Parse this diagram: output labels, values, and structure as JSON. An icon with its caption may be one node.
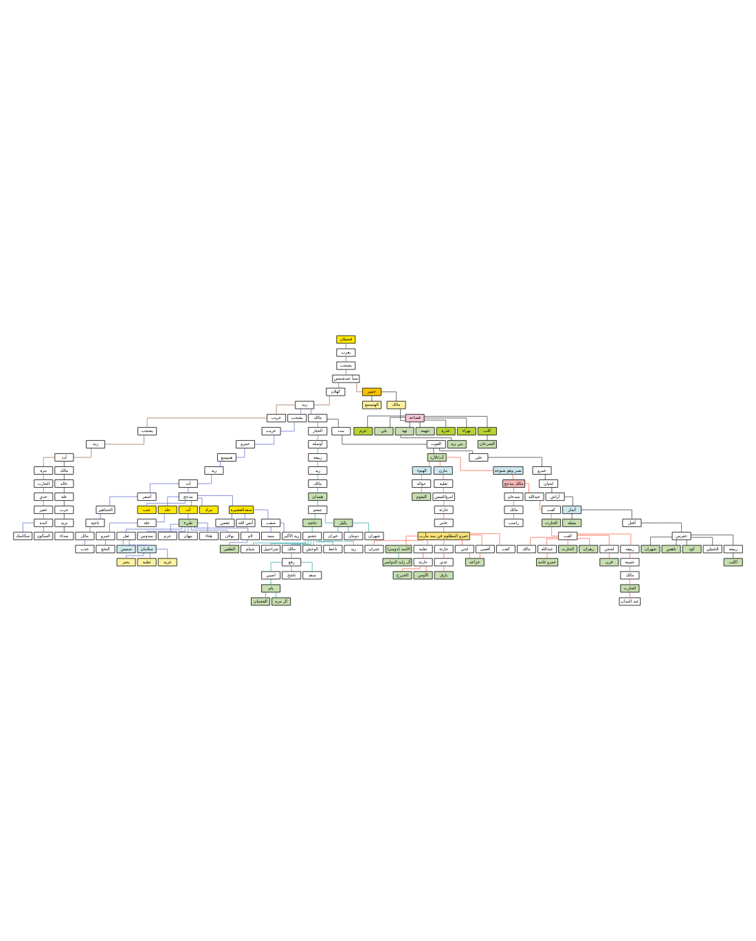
{
  "diagram": {
    "nodes": [
      {
        "text": [
          "قحطان"
        ]
      },
      {
        "text": [
          "يعرب"
        ]
      },
      {
        "text": [
          "يشجب"
        ]
      },
      {
        "text": [
          "سبأ عبدشمس"
        ]
      },
      {
        "text": [
          "كهلان"
        ]
      },
      {
        "text": [
          "زيد"
        ]
      },
      {
        "text": [
          "عريب"
        ]
      },
      {
        "text": [
          "يشجب"
        ]
      },
      {
        "text": [
          "زيد"
        ]
      },
      {
        "text": [
          "أدد"
        ]
      },
      {
        "text": [
          "مرة"
        ]
      },
      {
        "text": [
          "الحارث"
        ]
      },
      {
        "text": [
          "عدي"
        ]
      },
      {
        "text": [
          "عفير"
        ]
      },
      {
        "text": [
          "كندة"
        ]
      },
      {
        "text": [
          "حمير"
        ]
      },
      {
        "text": [
          "الهميسع"
        ]
      },
      {
        "text": [
          "مالك"
        ]
      },
      {
        "text": [
          "قضاعة"
        ]
      },
      {
        "text": [
          "جرم"
        ]
      },
      {
        "text": [
          "بلي"
        ]
      },
      {
        "text": [
          "نهد"
        ]
      },
      {
        "text": [
          "جهينه"
        ]
      },
      {
        "text": [
          "بني زيد"
        ]
      },
      {
        "text": [
          "عذرة"
        ]
      },
      {
        "text": [
          "بهراء"
        ]
      },
      {
        "text": [
          "كلب"
        ]
      },
      {
        "text": [
          "السرحان"
        ]
      },
      {
        "text": [
          "يشجب"
        ]
      },
      {
        "text": [
          "عريب"
        ]
      },
      {
        "text": [
          "عمرو"
        ]
      },
      {
        "text": [
          "هميسع"
        ]
      },
      {
        "text": [
          "زيد"
        ]
      },
      {
        "text": [
          "أدد"
        ]
      },
      {
        "text": [
          "أشعر"
        ]
      },
      {
        "text": [
          "الجماهير"
        ]
      },
      {
        "text": [
          "ناجية"
        ]
      },
      {
        "text": [
          "مائل"
        ]
      },
      {
        "text": [
          "عذب"
        ]
      },
      {
        "text": [
          "مذحج"
        ]
      },
      {
        "text": [
          "جنب"
        ]
      },
      {
        "text": [
          "جلد"
        ]
      },
      {
        "text": [
          "أدد"
        ]
      },
      {
        "text": [
          "مراد"
        ]
      },
      {
        "text": [
          "سعدالعشيرة"
        ]
      },
      {
        "text": [
          "طيء"
        ]
      },
      {
        "text": [
          "علة"
        ]
      },
      {
        "text": [
          "عمرو"
        ]
      },
      {
        "text": [
          "النخع"
        ]
      },
      {
        "text": [
          "جعفي"
        ]
      },
      {
        "text": [
          "أنس الله"
        ]
      },
      {
        "text": [
          "صعب"
        ]
      },
      {
        "text": [
          "منبه"
        ]
      },
      {
        "text": [
          "زيد الأكبر"
        ]
      },
      {
        "text": [
          "ثعل"
        ]
      },
      {
        "text": [
          "سنبس"
        ]
      },
      {
        "text": [
          "سلامان"
        ]
      },
      {
        "text": [
          "سدوس"
        ]
      },
      {
        "text": [
          "جرم"
        ]
      },
      {
        "text": [
          "نبهان"
        ]
      },
      {
        "text": [
          "هناء"
        ]
      },
      {
        "text": [
          "بولان"
        ]
      },
      {
        "text": [
          "لام"
        ]
      },
      {
        "text": [
          "بحتر"
        ]
      },
      {
        "text": [
          "ثعلبة"
        ]
      },
      {
        "text": [
          "غزية"
        ]
      },
      {
        "text": [
          "الظفير"
        ]
      },
      {
        "text": [
          "سكاسك"
        ]
      },
      {
        "text": [
          "السكون"
        ]
      },
      {
        "text": [
          "مالك"
        ]
      },
      {
        "text": [
          "الخيار"
        ]
      },
      {
        "text": [
          "نبت"
        ]
      },
      {
        "text": [
          "أوسلة"
        ]
      },
      {
        "text": [
          "الغوث"
        ]
      },
      {
        "text": [
          "ربيعة"
        ]
      },
      {
        "text": [
          "أدد/الأزد"
        ]
      },
      {
        "text": [
          "زيد"
        ]
      },
      {
        "text": [
          "مالك"
        ]
      },
      {
        "text": [
          "همدان"
        ]
      },
      {
        "text": [
          "جشم"
        ]
      },
      {
        "text": [
          "الهنوء"
        ]
      },
      {
        "text": [
          "حواله"
        ]
      },
      {
        "text": [
          "البقوم"
        ]
      },
      {
        "text": [
          "على"
        ]
      },
      {
        "text": [
          "عمرو"
        ]
      },
      {
        "text": [
          "لحيان"
        ]
      },
      {
        "text": [
          "أراش"
        ]
      },
      {
        "text": [
          "أنمار"
        ]
      },
      {
        "text": [
          "مازن"
        ]
      },
      {
        "text": [
          "نصر وهو شنوءة"
        ]
      },
      {
        "text": [
          "مالك مذحج"
        ]
      },
      {
        "text": [
          "ثعلبة"
        ]
      },
      {
        "text": [
          "بجيلة"
        ]
      },
      {
        "text": [
          "أفتل"
        ]
      },
      {
        "text": [
          "عقرس"
        ]
      },
      {
        "text": [
          "امرؤالقيس"
        ]
      },
      {
        "text": [
          "مبدعان"
        ]
      },
      {
        "text": [
          "عبدالله"
        ]
      },
      {
        "text": [
          "شهران"
        ]
      },
      {
        "text": [
          "حارثة"
        ]
      },
      {
        "text": [
          "مالك"
        ]
      },
      {
        "text": [
          "كعب"
        ]
      },
      {
        "text": [
          "ناهس"
        ]
      },
      {
        "text": [
          "عامر"
        ]
      },
      {
        "text": [
          "راسب"
        ]
      },
      {
        "text": [
          "الحارث"
        ]
      },
      {
        "text": [
          "كود"
        ]
      },
      {
        "text": [
          "عمرو المظلوم في سد مأرب"
        ]
      },
      {
        "text": [
          "مالك"
        ]
      },
      {
        "text": [
          "كعب"
        ]
      },
      {
        "text": [
          "الخنيلي"
        ]
      },
      {
        "text": [
          "عبدالله"
        ]
      },
      {
        "text": [
          "ربيعه"
        ]
      },
      {
        "text": [
          "عمرو غامد"
        ]
      },
      {
        "text": [
          "الحارث"
        ]
      },
      {
        "text": [
          "اكلب"
        ]
      },
      {
        "text": [
          "عمران"
        ]
      },
      {
        "text": [
          "زهران"
        ]
      },
      {
        "text": [
          "الأسد (دوسر)"
        ]
      },
      {
        "text": [
          "ثعلبة"
        ]
      },
      {
        "text": [
          "لحجن"
        ]
      },
      {
        "text": [
          "ربيعه"
        ]
      },
      {
        "text": [
          "آل زايد الدواسر"
        ]
      },
      {
        "text": [
          "حارثة"
        ]
      },
      {
        "text": [
          "حارثة"
        ]
      },
      {
        "text": [
          "قرن"
        ]
      },
      {
        "text": [
          "عدي"
        ]
      },
      {
        "text": [
          "خثيمة"
        ]
      },
      {
        "text": [
          "بارق"
        ]
      },
      {
        "text": [
          "الخزرج"
        ]
      },
      {
        "text": [
          "الأوس"
        ]
      },
      {
        "text": [
          "مالك"
        ]
      },
      {
        "text": [
          "الحارث"
        ]
      },
      {
        "text": [
          "عبد المدان"
        ]
      },
      {
        "text": [
          "مالك"
        ]
      },
      {
        "text": [
          "خالد"
        ]
      },
      {
        "text": [
          "علة"
        ]
      },
      {
        "text": [
          "حرب"
        ]
      },
      {
        "text": [
          "يزيد"
        ]
      },
      {
        "text": [
          "صداء"
        ]
      },
      {
        "text": [
          "حاشد"
        ]
      },
      {
        "text": [
          "جشم"
        ]
      },
      {
        "text": [
          "شبام"
        ]
      },
      {
        "text": [
          "شراحبيل"
        ]
      },
      {
        "text": [
          "مالك"
        ]
      },
      {
        "text": [
          "الوحش"
        ]
      },
      {
        "text": [
          "رفع"
        ]
      },
      {
        "text": [
          "ناعط"
        ]
      },
      {
        "text": [
          "زيد"
        ]
      },
      {
        "text": [
          "اصبي"
        ]
      },
      {
        "text": [
          "يام"
        ]
      },
      {
        "text": [
          "ناشح"
        ]
      },
      {
        "text": [
          "سعد"
        ]
      },
      {
        "text": [
          "العجمان"
        ]
      },
      {
        "text": [
          "بكيل"
        ]
      },
      {
        "text": [
          "خيران"
        ]
      },
      {
        "text": [
          "دومان"
        ]
      },
      {
        "text": [
          "شهران"
        ]
      },
      {
        "text": [
          "لحي"
        ]
      },
      {
        "text": [
          "أفصى"
        ]
      },
      {
        "text": [
          "كعب"
        ]
      },
      {
        "text": [
          "خزاعه"
        ]
      },
      {
        "text": [
          "آل مره"
        ]
      }
    ],
    "edges": [
      {
        "from": 0,
        "to": 1,
        "arrow": "none",
        "color": "#a0643c"
      },
      {
        "from": 1,
        "to": 2,
        "arrow": "none",
        "color": "#a0643c"
      },
      {
        "from": 2,
        "to": 3,
        "arrow": "none",
        "color": "#a0643c"
      },
      {
        "from": 3,
        "to": 4,
        "arrow": "none",
        "color": "#a0643c"
      },
      {
        "from": 4,
        "to": 5,
        "arrow": "none",
        "color": "#a0643c"
      },
      {
        "from": 5,
        "to": 6,
        "arrow": "none",
        "color": "#a0643c"
      },
      {
        "from": 6,
        "to": 7,
        "arrow": "none",
        "color": "#a0643c"
      },
      {
        "from": 7,
        "to": 8,
        "arrow": "none",
        "color": "#a0643c"
      },
      {
        "from": 8,
        "to": 9,
        "arrow": "none",
        "color": "#a0643c"
      },
      {
        "from": 9,
        "to": 10,
        "arrow": "none",
        "color": "#a0643c"
      },
      {
        "from": 10,
        "to": 11,
        "arrow": "none",
        "color": "#a0643c"
      },
      {
        "from": 11,
        "to": 12,
        "arrow": "none",
        "color": "#a0643c"
      },
      {
        "from": 12,
        "to": 13,
        "arrow": "none",
        "color": "#a0643c"
      },
      {
        "from": 13,
        "to": 14,
        "arrow": "none",
        "color": "#a0643c"
      },
      {
        "from": 3,
        "to": 15,
        "arrow": "none",
        "color": "#a0643c"
      },
      {
        "from": 15,
        "to": 16,
        "arrow": "none",
        "color": "#333333"
      },
      {
        "from": 15,
        "to": 17,
        "arrow": "none",
        "color": "#333333"
      },
      {
        "from": 17,
        "to": 18,
        "arrow": "none",
        "color": "#333333"
      },
      {
        "from": 18,
        "to": 19,
        "arrow": "none",
        "color": "#333333"
      },
      {
        "from": 18,
        "to": 20,
        "arrow": "none",
        "color": "#333333"
      },
      {
        "from": 18,
        "to": 21,
        "arrow": "none",
        "color": "#333333"
      },
      {
        "from": 18,
        "to": 22,
        "arrow": "none",
        "color": "#333333"
      },
      {
        "from": 18,
        "to": 24,
        "arrow": "none",
        "color": "#333333"
      },
      {
        "from": 18,
        "to": 26,
        "arrow": "none",
        "color": "#333333"
      },
      {
        "from": 18,
        "to": 25,
        "arrow": "none",
        "color": "#333333"
      },
      {
        "from": 21,
        "to": 23,
        "arrow": "none",
        "color": "#333333"
      },
      {
        "from": 26,
        "to": 27,
        "arrow": "none",
        "color": "#333333"
      },
      {
        "from": 5,
        "to": 28,
        "arrow": "none",
        "color": "#5566cc"
      },
      {
        "from": 28,
        "to": 29,
        "arrow": "none",
        "color": "#5566cc"
      },
      {
        "from": 29,
        "to": 30,
        "arrow": "none",
        "color": "#5566cc"
      },
      {
        "from": 30,
        "to": 31,
        "arrow": "none",
        "color": "#5566cc"
      },
      {
        "from": 31,
        "to": 32,
        "arrow": "none",
        "color": "#5566cc"
      },
      {
        "from": 32,
        "to": 33,
        "arrow": "none",
        "color": "#5566cc"
      },
      {
        "from": 33,
        "to": 34,
        "arrow": "none",
        "color": "#5566cc"
      },
      {
        "from": 34,
        "to": 35,
        "arrow": "none",
        "color": "#5566cc"
      },
      {
        "from": 35,
        "to": 36,
        "arrow": "none",
        "color": "#5566cc"
      },
      {
        "from": 36,
        "to": 37,
        "arrow": "none",
        "color": "#5566cc"
      },
      {
        "from": 37,
        "to": 38,
        "arrow": "none",
        "color": "#5566cc"
      },
      {
        "from": 33,
        "to": 39,
        "arrow": "none",
        "color": "#5566cc"
      },
      {
        "from": 39,
        "to": 40,
        "arrow": "none",
        "color": "#5566cc"
      },
      {
        "from": 39,
        "to": 41,
        "arrow": "none",
        "color": "#5566cc"
      },
      {
        "from": 39,
        "to": 42,
        "arrow": "none",
        "color": "#5566cc"
      },
      {
        "from": 39,
        "to": 43,
        "arrow": "none",
        "color": "#5566cc"
      },
      {
        "from": 39,
        "to": 44,
        "arrow": "none",
        "color": "#5566cc"
      },
      {
        "from": 41,
        "to": 46,
        "arrow": "none",
        "color": "#5566cc"
      },
      {
        "from": 46,
        "to": 47,
        "arrow": "none",
        "color": "#5566cc"
      },
      {
        "from": 47,
        "to": 48,
        "arrow": "none",
        "color": "#5566cc"
      },
      {
        "from": 42,
        "to": 45,
        "arrow": "none",
        "color": "#5566cc"
      },
      {
        "from": 44,
        "to": 49,
        "arrow": "none",
        "color": "#5566cc"
      },
      {
        "from": 44,
        "to": 50,
        "arrow": "none",
        "color": "#5566cc"
      },
      {
        "from": 44,
        "to": 51,
        "arrow": "none",
        "color": "#5566cc"
      },
      {
        "from": 51,
        "to": 52,
        "arrow": "none",
        "color": "#5566cc"
      },
      {
        "from": 51,
        "to": 53,
        "arrow": "none",
        "color": "#5566cc"
      },
      {
        "from": 45,
        "to": 54,
        "arrow": "none",
        "color": "#5566cc"
      },
      {
        "from": 45,
        "to": 57,
        "arrow": "none",
        "color": "#5566cc"
      },
      {
        "from": 45,
        "to": 58,
        "arrow": "none",
        "color": "#5566cc"
      },
      {
        "from": 45,
        "to": 59,
        "arrow": "none",
        "color": "#5566cc"
      },
      {
        "from": 45,
        "to": 60,
        "arrow": "none",
        "color": "#5566cc"
      },
      {
        "from": 45,
        "to": 61,
        "arrow": "none",
        "color": "#5566cc"
      },
      {
        "from": 45,
        "to": 62,
        "arrow": "none",
        "color": "#5566cc"
      },
      {
        "from": 54,
        "to": 55,
        "arrow": "none",
        "color": "#5566cc"
      },
      {
        "from": 54,
        "to": 56,
        "arrow": "none",
        "color": "#5566cc"
      },
      {
        "from": 56,
        "to": 63,
        "arrow": "none",
        "color": "#5566cc"
      },
      {
        "from": 56,
        "to": 64,
        "arrow": "none",
        "color": "#5566cc"
      },
      {
        "from": 56,
        "to": 65,
        "arrow": "none",
        "color": "#5566cc"
      },
      {
        "from": 62,
        "to": 66,
        "arrow": "none",
        "color": "#5566cc"
      },
      {
        "from": 14,
        "to": 67,
        "arrow": "none",
        "color": "#5566cc"
      },
      {
        "from": 14,
        "to": 68,
        "arrow": "none",
        "color": "#5566cc"
      },
      {
        "from": 5,
        "to": 69,
        "arrow": "none",
        "color": "#5566cc"
      },
      {
        "from": 69,
        "to": 70,
        "arrow": "none",
        "color": "#2aa0a8"
      },
      {
        "from": 70,
        "to": 72,
        "arrow": "none",
        "color": "#2aa0a8"
      },
      {
        "from": 72,
        "to": 74,
        "arrow": "none",
        "color": "#2aa0a8"
      },
      {
        "from": 74,
        "to": 76,
        "arrow": "none",
        "color": "#2aa0a8"
      },
      {
        "from": 76,
        "to": 77,
        "arrow": "none",
        "color": "#2aa0a8"
      },
      {
        "from": 77,
        "to": 78,
        "arrow": "none",
        "color": "#2aa0a8"
      },
      {
        "from": 78,
        "to": 79,
        "arrow": "none",
        "color": "#2aa0a8"
      },
      {
        "from": 79,
        "to": 140,
        "arrow": "none",
        "color": "#2aa0a8"
      },
      {
        "from": 79,
        "to": 154,
        "arrow": "none",
        "color": "#2aa0a8"
      },
      {
        "from": 140,
        "to": 141,
        "arrow": "none",
        "color": "#2aa0a8"
      },
      {
        "from": 141,
        "to": 144,
        "arrow": "none",
        "color": "#2aa0a8"
      },
      {
        "from": 144,
        "to": 146,
        "arrow": "none",
        "color": "#2aa0a8"
      },
      {
        "from": 146,
        "to": 149,
        "arrow": "none",
        "color": "#2aa0a8"
      },
      {
        "from": 149,
        "to": 150,
        "arrow": "none",
        "color": "#2aa0a8"
      },
      {
        "from": 141,
        "to": 142,
        "arrow": "none",
        "color": "#2aa0a8"
      },
      {
        "from": 141,
        "to": 143,
        "arrow": "none",
        "color": "#2aa0a8"
      },
      {
        "from": 141,
        "to": 145,
        "arrow": "none",
        "color": "#2aa0a8"
      },
      {
        "from": 141,
        "to": 147,
        "arrow": "none",
        "color": "#2aa0a8"
      },
      {
        "from": 141,
        "to": 148,
        "arrow": "none",
        "color": "#2aa0a8"
      },
      {
        "from": 146,
        "to": 151,
        "arrow": "none",
        "color": "#2aa0a8"
      },
      {
        "from": 146,
        "to": 152,
        "arrow": "none",
        "color": "#2aa0a8"
      },
      {
        "from": 150,
        "to": 153,
        "arrow": "none",
        "color": "#2aa0a8"
      },
      {
        "from": 150,
        "to": 162,
        "arrow": "none",
        "color": "#2aa0a8"
      },
      {
        "from": 154,
        "to": 155,
        "arrow": "none",
        "color": "#2aa0a8"
      },
      {
        "from": 154,
        "to": 156,
        "arrow": "none",
        "color": "#2aa0a8"
      },
      {
        "from": 154,
        "to": 157,
        "arrow": "none",
        "color": "#2aa0a8"
      },
      {
        "from": 118,
        "to": 122,
        "arrow": "none",
        "color": "#2aa0a8"
      },
      {
        "from": 9,
        "to": 134,
        "arrow": "none",
        "color": "#333333"
      },
      {
        "from": 134,
        "to": 135,
        "arrow": "none",
        "color": "#333333"
      },
      {
        "from": 135,
        "to": 136,
        "arrow": "none",
        "color": "#333333"
      },
      {
        "from": 136,
        "to": 137,
        "arrow": "none",
        "color": "#333333"
      },
      {
        "from": 137,
        "to": 138,
        "arrow": "none",
        "color": "#333333"
      },
      {
        "from": 138,
        "to": 139,
        "arrow": "none",
        "color": "#333333"
      },
      {
        "from": 69,
        "to": 71,
        "arrow": "none",
        "color": "#333333"
      },
      {
        "from": 71,
        "to": 73,
        "arrow": "none",
        "color": "#333333"
      },
      {
        "from": 73,
        "to": 83,
        "arrow": "none",
        "color": "#333333"
      },
      {
        "from": 73,
        "to": 75,
        "arrow": "none",
        "color": "#333333"
      },
      {
        "from": 83,
        "to": 84,
        "arrow": "none",
        "color": "#333333"
      },
      {
        "from": 84,
        "to": 85,
        "arrow": "none",
        "color": "#333333"
      },
      {
        "from": 85,
        "to": 86,
        "arrow": "none",
        "color": "#333333"
      },
      {
        "from": 86,
        "to": 87,
        "arrow": "none",
        "color": "#333333"
      },
      {
        "from": 87,
        "to": 92,
        "arrow": "none",
        "color": "#333333"
      },
      {
        "from": 87,
        "to": 93,
        "arrow": "none",
        "color": "#333333"
      },
      {
        "from": 93,
        "to": 94,
        "arrow": "none",
        "color": "#333333"
      },
      {
        "from": 94,
        "to": 98,
        "arrow": "none",
        "color": "#333333"
      },
      {
        "from": 94,
        "to": 102,
        "arrow": "none",
        "color": "#333333"
      },
      {
        "from": 94,
        "to": 106,
        "arrow": "none",
        "color": "#333333"
      },
      {
        "from": 94,
        "to": 110,
        "arrow": "none",
        "color": "#333333"
      },
      {
        "from": 94,
        "to": 112,
        "arrow": "none",
        "color": "#333333"
      },
      {
        "from": 112,
        "to": 115,
        "arrow": "none",
        "color": "#333333"
      },
      {
        "from": 75,
        "to": 80,
        "arrow": "none"
      },
      {
        "from": 80,
        "to": 81,
        "arrow": "none"
      },
      {
        "from": 81,
        "to": 82,
        "arrow": "none"
      },
      {
        "from": 75,
        "to": 88,
        "arrow": "none"
      },
      {
        "from": 75,
        "to": 89,
        "arrow": "none"
      },
      {
        "from": 89,
        "to": 90,
        "arrow": "none"
      },
      {
        "from": 88,
        "to": 91,
        "arrow": "none"
      },
      {
        "from": 91,
        "to": 95,
        "arrow": "none"
      },
      {
        "from": 95,
        "to": 99,
        "arrow": "none"
      },
      {
        "from": 99,
        "to": 103,
        "arrow": "none"
      },
      {
        "from": 103,
        "to": 107,
        "arrow": "none"
      },
      {
        "from": 90,
        "to": 96,
        "arrow": "none"
      },
      {
        "from": 90,
        "to": 97,
        "arrow": "none"
      },
      {
        "from": 96,
        "to": 100,
        "arrow": "none"
      },
      {
        "from": 100,
        "to": 104,
        "arrow": "none"
      },
      {
        "from": 97,
        "to": 101,
        "arrow": "none"
      },
      {
        "from": 101,
        "to": 105,
        "arrow": "none"
      },
      {
        "from": 105,
        "to": 109,
        "arrow": "none"
      },
      {
        "from": 109,
        "to": 108,
        "arrow": "none"
      },
      {
        "from": 109,
        "to": 111,
        "arrow": "none"
      },
      {
        "from": 109,
        "to": 114,
        "arrow": "none"
      },
      {
        "from": 109,
        "to": 117,
        "arrow": "none"
      },
      {
        "from": 109,
        "to": 120,
        "arrow": "none"
      },
      {
        "from": 109,
        "to": 121,
        "arrow": "none"
      },
      {
        "from": 111,
        "to": 113,
        "arrow": "none"
      },
      {
        "from": 120,
        "to": 125,
        "arrow": "none"
      },
      {
        "from": 121,
        "to": 127,
        "arrow": "none"
      },
      {
        "from": 127,
        "to": 131,
        "arrow": "none"
      },
      {
        "from": 131,
        "to": 132,
        "arrow": "none"
      },
      {
        "from": 132,
        "to": 133,
        "arrow": "none"
      },
      {
        "from": 107,
        "to": 116,
        "arrow": "none"
      },
      {
        "from": 107,
        "to": 118,
        "arrow": "none"
      },
      {
        "from": 107,
        "to": 119,
        "arrow": "none"
      },
      {
        "from": 107,
        "to": 123,
        "arrow": "none"
      },
      {
        "from": 119,
        "to": 124,
        "arrow": "none"
      },
      {
        "from": 123,
        "to": 126,
        "arrow": "none"
      },
      {
        "from": 126,
        "to": 128,
        "arrow": "none"
      },
      {
        "from": 124,
        "to": 129,
        "arrow": "none"
      },
      {
        "from": 124,
        "to": 130,
        "arrow": "none"
      },
      {
        "from": 107,
        "to": 158,
        "arrow": "none"
      },
      {
        "from": 107,
        "to": 159,
        "arrow": "none"
      },
      {
        "from": 107,
        "to": 160,
        "arrow": "none"
      },
      {
        "from": 158,
        "to": 161,
        "arrow": "none"
      },
      {
        "from": 159,
        "to": 161,
        "arrow": "none"
      }
    ]
  }
}
